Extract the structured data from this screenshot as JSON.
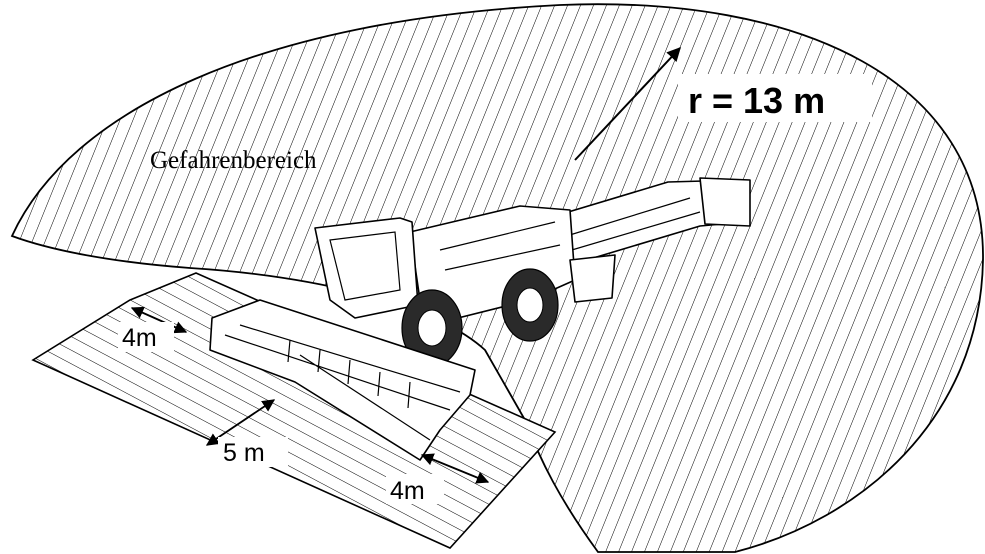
{
  "labels": {
    "danger_zone": "Gefahrenbereich",
    "radius": "r = 13 m",
    "side_left": "4m",
    "front": "5 m",
    "side_right": "4m"
  },
  "colors": {
    "line": "#000000",
    "background": "#ffffff"
  }
}
